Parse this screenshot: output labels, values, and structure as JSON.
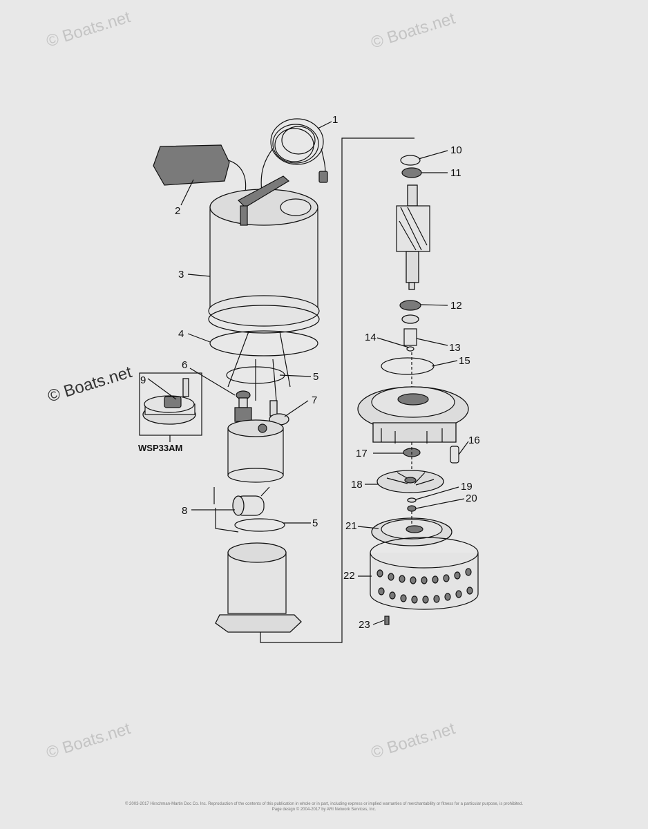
{
  "watermarks": [
    "© Boats.net",
    "© Boats.net",
    "© Boats.net",
    "© Boats.net",
    "© Boats.net"
  ],
  "callouts": [
    "1",
    "2",
    "3",
    "4",
    "5",
    "6",
    "7",
    "8",
    "5",
    "9",
    "10",
    "11",
    "12",
    "13",
    "14",
    "15",
    "16",
    "17",
    "18",
    "19",
    "20",
    "21",
    "22",
    "23"
  ],
  "inset_label": "WSP33AM",
  "footer": {
    "line1": "© 2003-2017 Hirschman-Martin Doc Co. Inc. Reproduction of the contents of this publication in whole or in part, including express or implied warranties of merchantability or fitness for a particular purpose, is prohibited.",
    "line2": "Page design © 2004-2017 by ARI Network Services, Inc."
  }
}
